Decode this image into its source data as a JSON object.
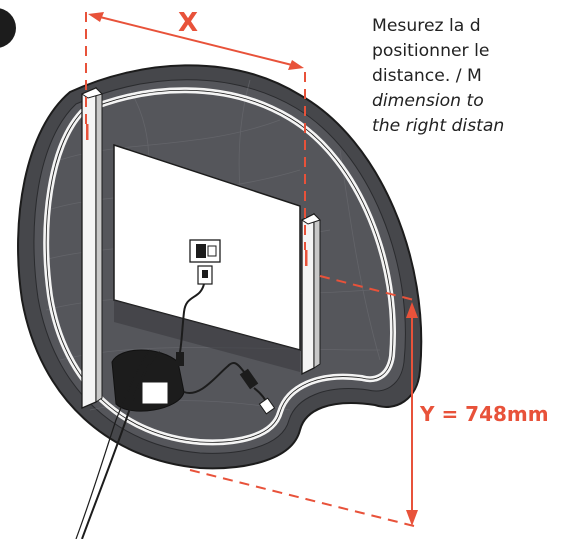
{
  "instructions": {
    "lines": [
      {
        "text": "Mesurez la d",
        "italic": false
      },
      {
        "text": "positionner le",
        "italic": false
      },
      {
        "text": "distance. / M",
        "italic": false
      },
      {
        "text": "dimension to",
        "italic": true
      },
      {
        "text": "the right distan",
        "italic": true
      }
    ]
  },
  "dimensions": {
    "x_label": "X",
    "y_label": "Y = 748mm"
  },
  "colors": {
    "accent": "#e8523a",
    "mirror_back": "#46474b",
    "mirror_rim": "#2a2b2e",
    "light_strip": "#f4f4f4",
    "outline": "#1c1c1c"
  }
}
